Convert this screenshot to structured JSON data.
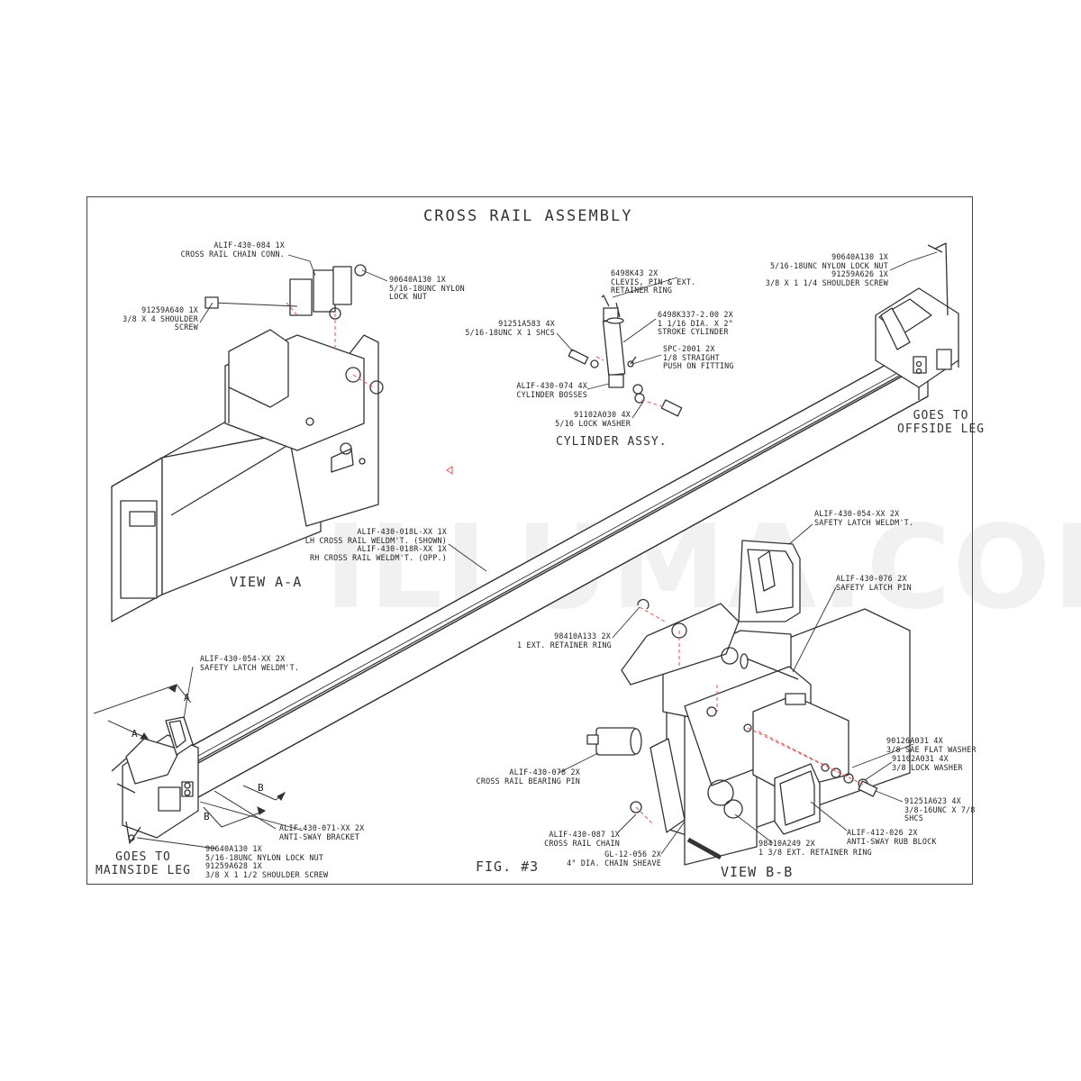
{
  "title": "CROSS RAIL ASSEMBLY",
  "watermark": "ILLUMA.COM",
  "fig": "FIG. #3",
  "views": {
    "a": "VIEW A-A",
    "b": "VIEW B-B",
    "cyl": "CYLINDER ASSY."
  },
  "goes_to": {
    "offside": [
      "GOES TO",
      "OFFSIDE LEG"
    ],
    "mainside": [
      "GOES TO",
      "MAINSIDE LEG"
    ]
  },
  "section_letters": {
    "a": "A",
    "b": "B"
  },
  "callouts": {
    "chain_conn": [
      "ALIF-430-084  1X",
      "CROSS RAIL CHAIN CONN."
    ],
    "nut_top": [
      "90640A130  1X",
      "5/16-18UNC NYLON",
      "LOCK NUT"
    ],
    "shoulder_4": [
      "91259A640  1X",
      "3/8 X 4 SHOULDER",
      "SCREW"
    ],
    "clevis": [
      "6498K43  2X",
      "CLEVIS, PIN & EXT.",
      "RETAINER RING"
    ],
    "shcs_1": [
      "91251A583  4X",
      "5/16-18UNC X 1 SHCS"
    ],
    "stroke": [
      "6498K337-2.00  2X",
      "1 1/16 DIA. X 2\"",
      "STROKE CYLINDER"
    ],
    "fitting": [
      "SPC-2001  2X",
      "1/8 STRAIGHT",
      "PUSH ON FITTING"
    ],
    "bosses": [
      "ALIF-430-074  4X",
      "CYLINDER BOSSES"
    ],
    "lockwasher_516": [
      "91102A030  4X",
      "5/16 LOCK WASHER"
    ],
    "offside_nut": [
      "90640A130  1X",
      "5/16-18UNC NYLON LOCK NUT",
      "91259A626  1X",
      "3/8 X 1 1/4 SHOULDER SCREW"
    ],
    "weldment": [
      "ALIF-430-018L-XX  1X",
      "LH CROSS RAIL WELDM'T. (SHOWN)",
      "ALIF-430-018R-XX  1X",
      "RH CROSS RAIL WELDM'T. (OPP.)"
    ],
    "latch_right": [
      "ALIF-430-054-XX  2X",
      "SAFETY LATCH WELDM'T."
    ],
    "latch_pin": [
      "ALIF-430-076  2X",
      "SAFETY LATCH PIN"
    ],
    "retainer_1": [
      "98410A133  2X",
      "1 EXT. RETAINER RING"
    ],
    "latch_left": [
      "ALIF-430-054-XX  2X",
      "SAFETY LATCH WELDM'T."
    ],
    "flat_washer": [
      "90126A031  4X",
      "3/8 SAE FLAT WASHER"
    ],
    "lockwasher_38": [
      "91102A031  4X",
      "3/8 LOCK WASHER"
    ],
    "bearing_pin": [
      "ALIF-430-078  2X",
      "CROSS RAIL BEARING PIN"
    ],
    "shcs_78": [
      "91251A623  4X",
      "3/8-16UNC X 7/8",
      "SHCS"
    ],
    "anti_sway_bracket": [
      "ALIF-430-071-XX  2X",
      "ANTI-SWAY BRACKET"
    ],
    "chain": [
      "ALIF-430-087  1X",
      "CROSS RAIL CHAIN"
    ],
    "rub_block": [
      "ALIF-412-026  2X",
      "ANTI-SWAY RUB BLOCK"
    ],
    "mainside_nut": [
      "90640A130  1X",
      "5/16-18UNC NYLON LOCK NUT",
      "91259A628  1X",
      "3/8 X 1 1/2 SHOULDER SCREW"
    ],
    "sheave": [
      "GL-12-056  2X",
      "4\" DIA. CHAIN SHEAVE"
    ],
    "retainer_138": [
      "98410A249  2X",
      "1 3/8 EXT. RETAINER RING"
    ]
  }
}
